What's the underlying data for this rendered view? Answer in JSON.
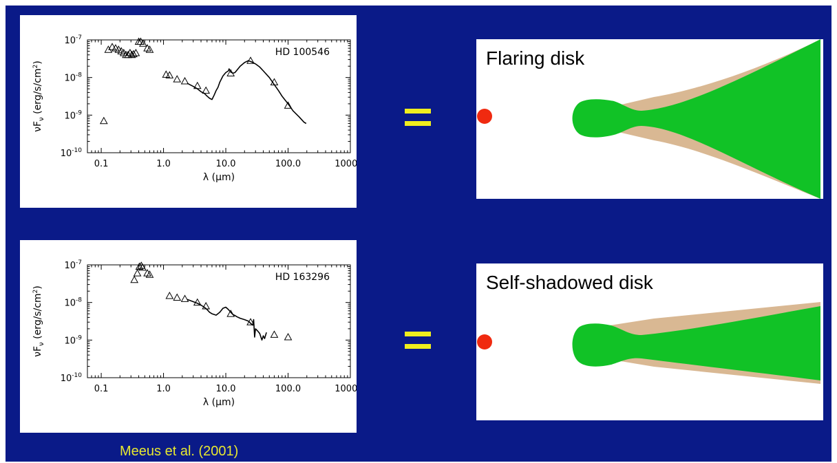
{
  "caption": "Meeus et al. (2001)",
  "colors": {
    "background": "#0a1a88",
    "equals": "#f0ee1e",
    "star": "#f02a10",
    "disk_green": "#11c226",
    "disk_tan": "#d9b893",
    "caption": "#e8e830"
  },
  "disks": [
    {
      "title": "Flaring disk"
    },
    {
      "title": "Self-shadowed disk"
    }
  ],
  "chart_data": [
    {
      "type": "scatter",
      "star": "HD 100546",
      "xlabel": "λ (μm)",
      "ylabel": "νFν (erg/s/cm2)",
      "xscale": "log",
      "yscale": "log",
      "xlim": [
        0.06,
        1000
      ],
      "ylim": [
        1e-10,
        1e-07
      ],
      "xticks": [
        "0.1",
        "1.0",
        "10.0",
        "100.0",
        "1000.0"
      ],
      "yticks": [
        "10-7",
        "10-8",
        "10-9",
        "10-10"
      ],
      "series": [
        {
          "kind": "photometry",
          "marker": "triangle",
          "x": [
            0.11,
            0.13,
            0.15,
            0.17,
            0.19,
            0.21,
            0.23,
            0.25,
            0.27,
            0.29,
            0.31,
            0.33,
            0.36,
            0.4,
            0.43,
            0.47,
            0.55,
            0.6,
            1.1,
            1.25,
            1.65,
            2.2,
            3.5,
            4.8,
            12,
            25,
            60,
            100
          ],
          "y": [
            7e-10,
            5.5e-08,
            6.5e-08,
            6e-08,
            5.5e-08,
            5e-08,
            4.5e-08,
            4e-08,
            4e-08,
            4.5e-08,
            4e-08,
            4.2e-08,
            4.5e-08,
            9e-08,
            9e-08,
            8e-08,
            6e-08,
            5.5e-08,
            1.2e-08,
            1.15e-08,
            9e-09,
            8e-09,
            6e-09,
            4.5e-09,
            1.3e-08,
            2.8e-08,
            7.5e-09,
            1.8e-09
          ]
        },
        {
          "kind": "spectrum",
          "x": [
            2.4,
            3,
            3.5,
            4,
            4.5,
            5,
            5.5,
            6,
            6.5,
            7,
            7.5,
            8,
            9,
            10,
            11,
            11.3,
            12,
            13,
            14,
            15,
            17,
            20,
            23,
            26,
            30,
            35,
            40,
            50,
            60,
            70,
            80,
            100,
            120,
            150,
            180,
            195
          ],
          "y": [
            7e-09,
            5.8e-09,
            5e-09,
            4.2e-09,
            3.8e-09,
            3.2e-09,
            2.8e-09,
            2.6e-09,
            3.4e-09,
            4.5e-09,
            5.5e-09,
            7.5e-09,
            1.1e-08,
            1.35e-08,
            1.5e-08,
            1.7e-08,
            1.4e-08,
            1.3e-08,
            1.35e-08,
            1.55e-08,
            2e-08,
            2.5e-08,
            2.8e-08,
            2.6e-08,
            2.3e-08,
            1.9e-08,
            1.5e-08,
            1e-08,
            6.5e-09,
            4.5e-09,
            3.2e-09,
            2e-09,
            1.3e-09,
            9e-10,
            6.5e-10,
            6e-10
          ]
        }
      ]
    },
    {
      "type": "scatter",
      "star": "HD 163296",
      "xlabel": "λ (μm)",
      "ylabel": "νFν (erg/s/cm2)",
      "xscale": "log",
      "yscale": "log",
      "xlim": [
        0.06,
        1000
      ],
      "ylim": [
        1e-10,
        1e-07
      ],
      "xticks": [
        "0.1",
        "1.0",
        "10.0",
        "100.0",
        "1000.0"
      ],
      "yticks": [
        "10-7",
        "10-8",
        "10-9",
        "10-10"
      ],
      "series": [
        {
          "kind": "photometry",
          "marker": "triangle",
          "x": [
            0.34,
            0.38,
            0.41,
            0.44,
            0.46,
            0.55,
            0.6,
            1.25,
            1.65,
            2.2,
            3.5,
            4.8,
            12,
            25,
            60,
            100
          ],
          "y": [
            4e-08,
            6e-08,
            9e-08,
            9.5e-08,
            8.5e-08,
            6e-08,
            5.5e-08,
            1.5e-08,
            1.35e-08,
            1.25e-08,
            1e-08,
            8e-09,
            5e-09,
            3e-09,
            1.4e-09,
            1.2e-09
          ]
        },
        {
          "kind": "spectrum",
          "x": [
            2.4,
            3,
            3.5,
            4,
            4.5,
            5,
            5.5,
            6,
            6.5,
            7,
            8,
            9,
            10,
            11,
            12,
            13,
            14,
            15,
            17,
            20,
            23,
            25,
            27,
            28,
            29,
            30,
            32,
            35,
            38,
            40,
            42,
            45
          ],
          "y": [
            1.2e-08,
            1.05e-08,
            9.5e-09,
            8.5e-09,
            7.5e-09,
            6.5e-09,
            5.5e-09,
            5e-09,
            4.8e-09,
            4.6e-09,
            5.5e-09,
            7e-09,
            7.5e-09,
            6.5e-09,
            5.5e-09,
            4.8e-09,
            4.5e-09,
            4.2e-09,
            3.8e-09,
            3.5e-09,
            3.2e-09,
            2.8e-09,
            2.5e-09,
            3.5e-09,
            1.2e-09,
            2e-09,
            1.8e-09,
            1.5e-09,
            1e-09,
            1.3e-09,
            1.1e-09,
            1.6e-09
          ]
        }
      ]
    }
  ]
}
